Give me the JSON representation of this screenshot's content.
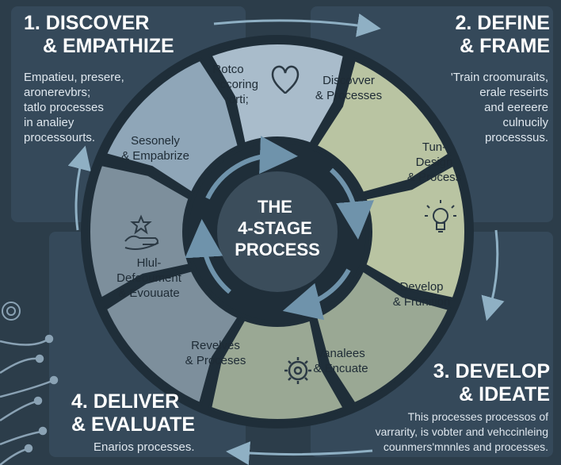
{
  "colors": {
    "background": "#2c3d4a",
    "panel": "#35495a",
    "ring_dark": "#1f2e39",
    "segment_blue": "#8fa6b8",
    "segment_blue_light": "#a9bccb",
    "segment_green": "#b9c4a2",
    "segment_sage": "#9aa894",
    "segment_gray": "#7d8f9c",
    "center": "#3b4d5b",
    "arrow": "#8fb0c4"
  },
  "center": {
    "lines": [
      "THE",
      "4-STAGE",
      "PROCESS"
    ]
  },
  "stages": [
    {
      "title": [
        "1. DISCOVER",
        "& EMPATHIZE"
      ],
      "description": [
        "Empatieu, presere,",
        "aronerevbrs;",
        "tatlo processes",
        "in analiey",
        "processourts."
      ]
    },
    {
      "title": [
        "2. DEFINE",
        "& FRAME"
      ],
      "description": [
        "'Train croomuraits,",
        "erale reseirts",
        "and eereere",
        "culnucily",
        "processsus."
      ]
    },
    {
      "title": [
        "3. DEVELOP",
        "& IDEATE"
      ],
      "description": [
        "This processes processos of",
        "varrarity, is vobter and vehccinleing",
        "counmers'mnnles and processes."
      ]
    },
    {
      "title": [
        "4. DELIVER",
        "& EVALUATE"
      ],
      "description": [
        "Enarios processes."
      ]
    }
  ],
  "segments": [
    {
      "label": [
        "Rotco",
        "& Biccoring",
        "Ennorti;"
      ],
      "icon": "heart-icon"
    },
    {
      "label": [
        "Discovver",
        "& Processes"
      ],
      "icon": ""
    },
    {
      "label": [
        "Tun-",
        "Design",
        "& Process"
      ],
      "icon": "lightbulb-icon"
    },
    {
      "label": [
        "Develop",
        "& Frunition"
      ],
      "icon": ""
    },
    {
      "label": [
        "Vanalees",
        "& Encuate"
      ],
      "icon": "gear-icon"
    },
    {
      "label": [
        "Revelves",
        "& Proceses"
      ],
      "icon": ""
    },
    {
      "label": [
        "Hlul-",
        "Defeoument",
        "& Evouuate"
      ],
      "icon": "hand-star-icon"
    },
    {
      "label": [
        "Sesonely",
        "& Empabrize"
      ],
      "icon": ""
    }
  ]
}
